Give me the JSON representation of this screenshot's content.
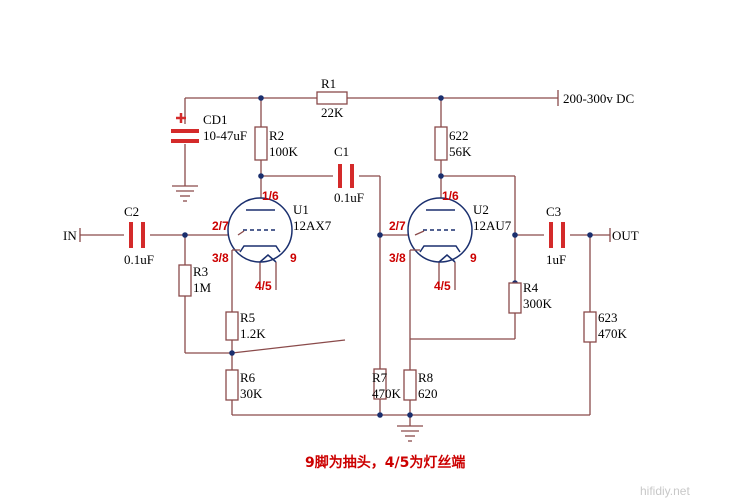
{
  "labels": {
    "input": "IN",
    "output": "OUT",
    "supply": "200-300v DC",
    "r1_name": "R1",
    "r1_val": "22K",
    "r2_name": "R2",
    "r2_val": "100K",
    "r622_name": "622",
    "r622_val": "56K",
    "cd1_name": "CD1",
    "cd1_val": "10-47uF",
    "c1_name": "C1",
    "c1_val": "0.1uF",
    "c2_name": "C2",
    "c2_val": "0.1uF",
    "c3_name": "C3",
    "c3_val": "1uF",
    "u1_name": "U1",
    "u1_type": "12AX7",
    "u2_name": "U2",
    "u2_type": "12AU7",
    "r3_name": "R3",
    "r3_val": "1M",
    "r4_name": "R4",
    "r4_val": "300K",
    "r5_name": "R5",
    "r5_val": "1.2K",
    "r6_name": "R6",
    "r6_val": "30K",
    "r7_name": "R7",
    "r7_val": "470K",
    "r8_name": "R8",
    "r8_val": "620",
    "r623_name": "623",
    "r623_val": "470K"
  },
  "pins": {
    "u1_plate": "1/6",
    "u1_grid": "2/7",
    "u1_cathode": "3/8",
    "u1_tap": "9",
    "u1_heater": "4/5",
    "u2_plate": "1/6",
    "u2_grid": "2/7",
    "u2_cathode": "3/8",
    "u2_tap": "9",
    "u2_heater": "4/5"
  },
  "note": "9脚为抽头，4/5为灯丝端",
  "watermark": "hifidiy.net",
  "colors": {
    "wire": "#8a4a4a",
    "capacitor": "#d42a2a",
    "tube": "#1a2f6e",
    "pin_label": "#cc0000"
  }
}
